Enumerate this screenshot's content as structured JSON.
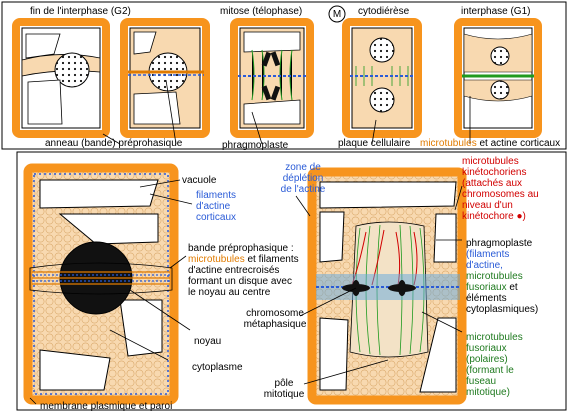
{
  "top": {
    "stages": [
      "fin de l'interphase (G2)",
      "mitose (télophase)",
      "M",
      "cytodiérèse",
      "interphase (G1)"
    ],
    "labels": {
      "preprophase": "anneau (bande) préprohasique",
      "phragmoplast": "phragmoplaste",
      "cell_plate": "plaque cellulaire",
      "cortical_mt": "microtubules",
      "cortical_rest": " et actine corticaux"
    }
  },
  "left": {
    "vacuole": "vacuole",
    "actin_filaments": "filaments\nd'actine\ncorticaux",
    "band_prefix": "bande préprophasique :",
    "band_mt": "microtubules",
    "band_rest1": " et filaments",
    "band_rest2": "d'actine entrecroisés\nformant un disque avec\nle noyau au centre",
    "nucleus": "noyau",
    "cytoplasm": "cytoplasme",
    "membrane": "membrane plasmique et paroi"
  },
  "right": {
    "depletion": "zone de\ndéplétion\nde l'actine",
    "kinetochore_mt": "microtubules\nkinétochoriens\n(attachés aux\nchromosomes au\nniveau d'un\nkinétochore ●)",
    "phragmoplast_title": "phragmoplaste",
    "phragmoplast_actin": "(filaments\nd'actine,",
    "phragmoplast_mt": "microtubules\nfusoriaux",
    "phragmoplast_et": " et",
    "phragmoplast_rest": "éléments\ncytoplasmiques)",
    "chromosome": "chromosome\nmétaphasique",
    "spindle_mt": "microtubules\nfusoriaux\n(polaires)\n(formant le\nfuseau\nmitotique)",
    "pole": "pôle\nmitotique"
  },
  "colors": {
    "wall": "#f7941d",
    "cyto": "#f8d9b0",
    "actin": "#2a5bd7",
    "microtubule": "#1f9a1f",
    "kinetochore": "#d10000"
  }
}
